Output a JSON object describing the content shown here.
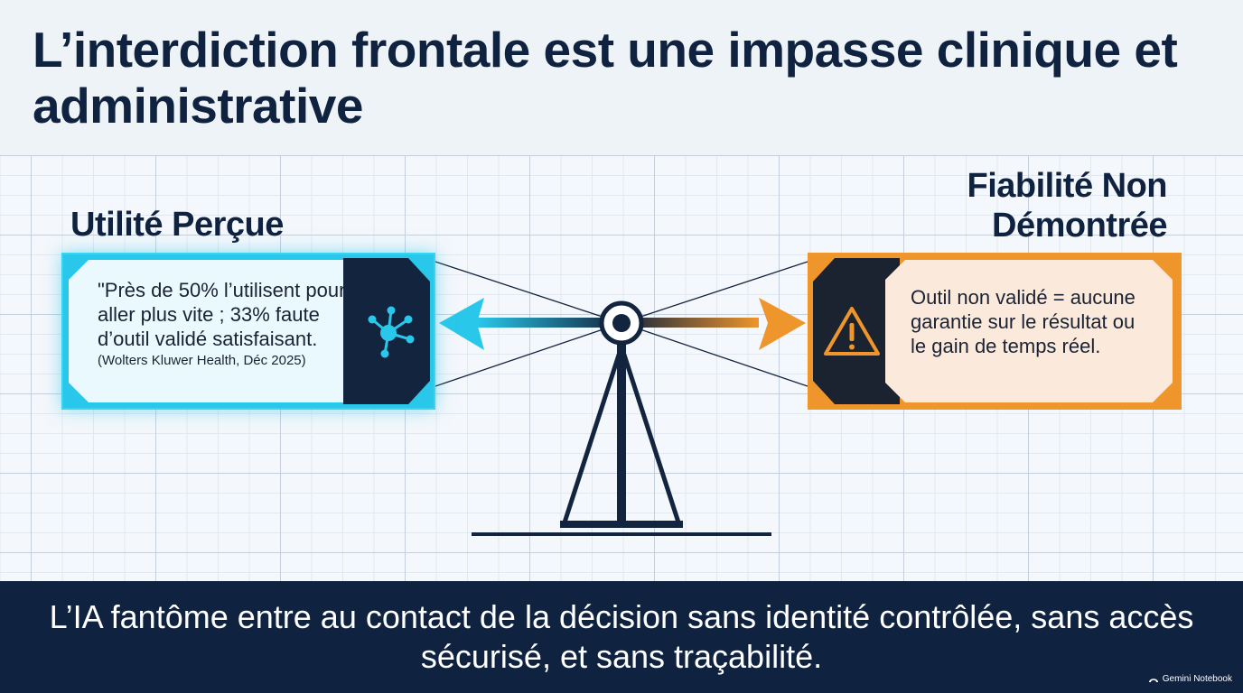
{
  "title": "L’interdiction frontale est une impasse clinique et administrative",
  "left": {
    "heading": "Utilité Perçue",
    "quote": "\"Près de 50% l’utilisent pour aller plus vite ; 33% faute d’outil validé satisfaisant.",
    "source": "(Wolters Kluwer Health, Déc 2025)",
    "icon": "network-hub-icon",
    "color": "#29c8ea"
  },
  "right": {
    "heading": "Fiabilité Non Démontrée",
    "text": "Outil non validé = aucune garantie sur le résultat ou le gain de temps réel.",
    "icon": "warning-triangle-icon",
    "color": "#ee952b"
  },
  "footer": {
    "text": "L’IA fantôme entre au contact de la décision sans identité contrôlée, sans accès sécurisé, et sans traçabilité."
  },
  "watermark": "Gemini Notebook",
  "colors": {
    "navy": "#0f2240",
    "cyan": "#29c8ea",
    "orange": "#ee952b"
  }
}
